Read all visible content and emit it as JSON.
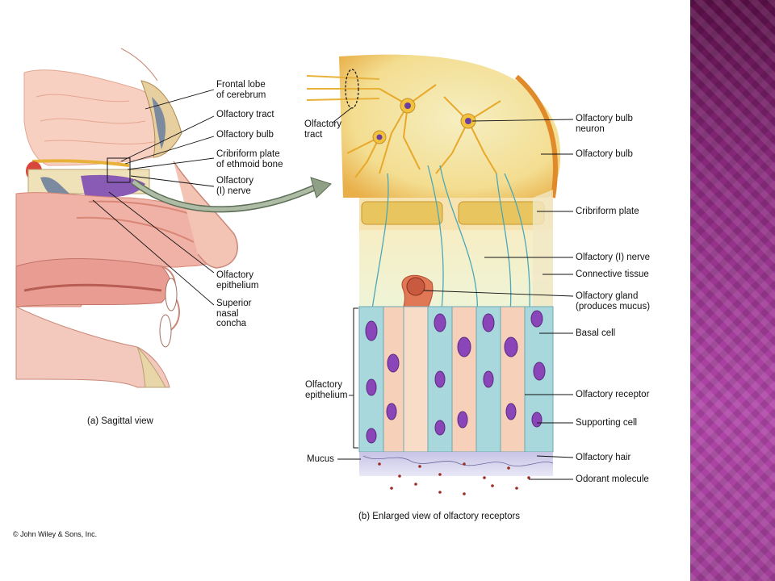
{
  "slide": {
    "accent_colors": {
      "sidebar": "#a63a9c",
      "sidebar_dark": "#5a1048"
    }
  },
  "figure_a": {
    "labels": {
      "frontal_lobe": "Frontal lobe\nof cerebrum",
      "olfactory_tract": "Olfactory tract",
      "olfactory_bulb": "Olfactory bulb",
      "cribriform_plate": "Cribriform plate\nof ethmoid bone",
      "olfactory_nerve": "Olfactory\n(I) nerve",
      "olfactory_epithelium": "Olfactory\nepithelium",
      "superior_nasal_concha": "Superior\nnasal\nconcha"
    },
    "caption": "(a) Sagittal view"
  },
  "figure_b": {
    "labels": {
      "olfactory_tract": "Olfactory\ntract",
      "olfactory_bulb_neuron": "Olfactory bulb\nneuron",
      "olfactory_bulb": "Olfactory bulb",
      "cribriform_plate": "Cribriform plate",
      "olfactory_nerve": "Olfactory (I) nerve",
      "connective_tissue": "Connective tissue",
      "olfactory_gland": "Olfactory gland\n(produces mucus)",
      "basal_cell": "Basal cell",
      "olfactory_receptor": "Olfactory receptor",
      "supporting_cell": "Supporting cell",
      "olfactory_hair": "Olfactory hair",
      "odorant_molecule": "Odorant molecule",
      "olfactory_epithelium": "Olfactory\nepithelium",
      "mucus": "Mucus"
    },
    "caption": "(b) Enlarged view of olfactory receptors"
  },
  "copyright": "© John Wiley & Sons, Inc."
}
